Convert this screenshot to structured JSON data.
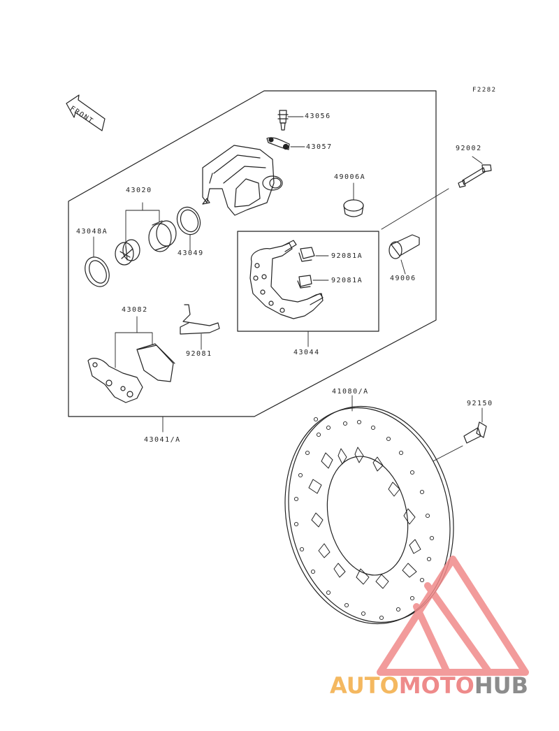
{
  "figure_id": "F2282",
  "front_label": "FRONT",
  "parts": {
    "p43056": "43056",
    "p43057": "43057",
    "p92002": "92002",
    "p43020": "43020",
    "p49006A": "49006A",
    "p43048A": "43048A",
    "p43049": "43049",
    "p92081A_1": "92081A",
    "p92081A_2": "92081A",
    "p49006": "49006",
    "p43082": "43082",
    "p92081": "92081",
    "p43044": "43044",
    "p41080A": "41080/A",
    "p92150": "92150",
    "p43041A": "43041/A"
  },
  "watermark": {
    "part1": "AUTO",
    "part2": "MOTO",
    "part3": "HUB",
    "colors": {
      "auto": "#f4b860",
      "moto": "#ee8a8a",
      "hub": "#8c8c8c",
      "triangle": "#f08a8a"
    }
  }
}
